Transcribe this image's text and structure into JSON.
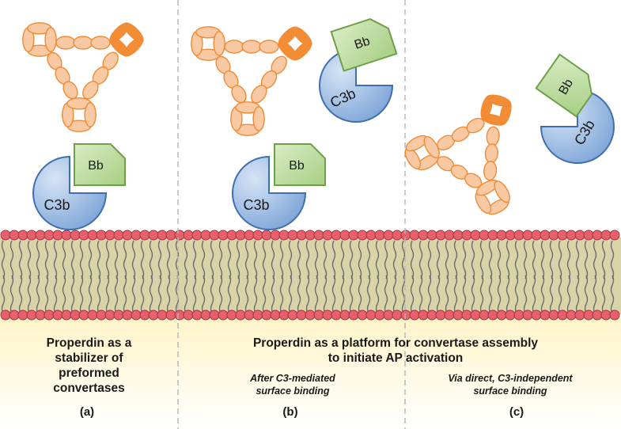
{
  "panels": [
    {
      "id": "a",
      "letter": "(a)",
      "caption": "Properdin as a\nstabilizer of\npreformed\nconvertases"
    },
    {
      "id": "b",
      "letter": "(b)",
      "subcaption": "After C3-mediated\nsurface binding"
    },
    {
      "id": "c",
      "letter": "(c)",
      "subcaption": "Via direct, C3-independent\nsurface binding"
    }
  ],
  "shared_caption": "Properdin as a platform for convertase assembly\nto initiate AP activation",
  "molecules": {
    "c3b_label": "C3b",
    "bb_label": "Bb"
  },
  "colors": {
    "properdin_fill": "#f9c9a3",
    "properdin_stroke": "#f08a34",
    "properdin_dark": "#f28c35",
    "c3b_fill": "#7ea5d8",
    "c3b_stroke": "#3f6fae",
    "bb_fill": "#a7cf84",
    "bb_stroke": "#6f9f49",
    "lipid_head": "#e6606d",
    "lipid_head_stroke": "#a8323e",
    "membrane_core": "#d9d4a8",
    "caption_band": "#fdf4c8",
    "divider": "#b8b8b8"
  }
}
